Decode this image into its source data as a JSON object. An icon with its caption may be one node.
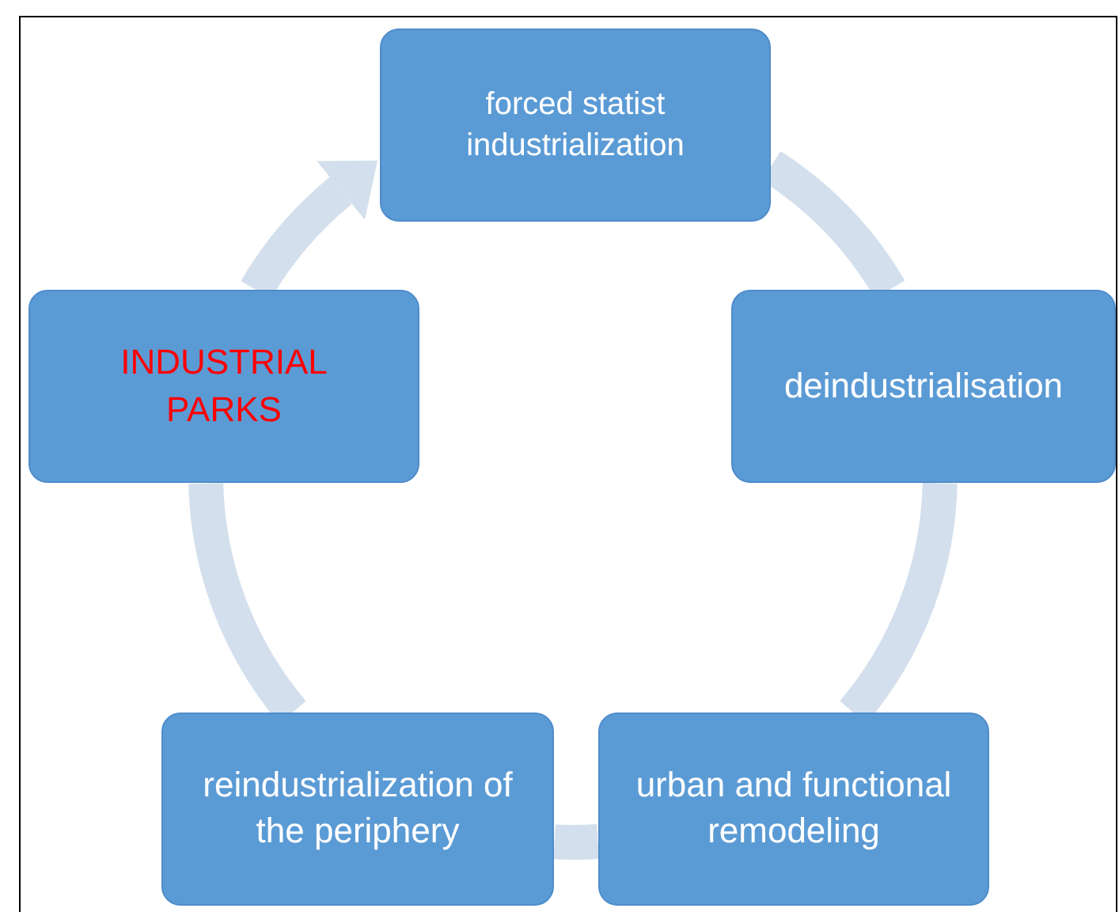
{
  "diagram": {
    "nodes": [
      {
        "text": [
          "forced statist industrialization"
        ]
      },
      {
        "text": [
          "deindustrialisation"
        ]
      },
      {
        "text": [
          "urban and functional remodeling"
        ]
      },
      {
        "text": [
          "reindustrialization of the periphery"
        ]
      },
      {
        "text": [
          "INDUSTRIAL PARKS"
        ]
      }
    ],
    "edges": [
      {
        "from": 0,
        "to": 1,
        "arrow": "none"
      },
      {
        "from": 1,
        "to": 2,
        "arrow": "none"
      },
      {
        "from": 2,
        "to": 3,
        "arrow": "none"
      },
      {
        "from": 3,
        "to": 4,
        "arrow": "none"
      },
      {
        "from": 4,
        "to": 0,
        "arrow": "to"
      }
    ]
  }
}
